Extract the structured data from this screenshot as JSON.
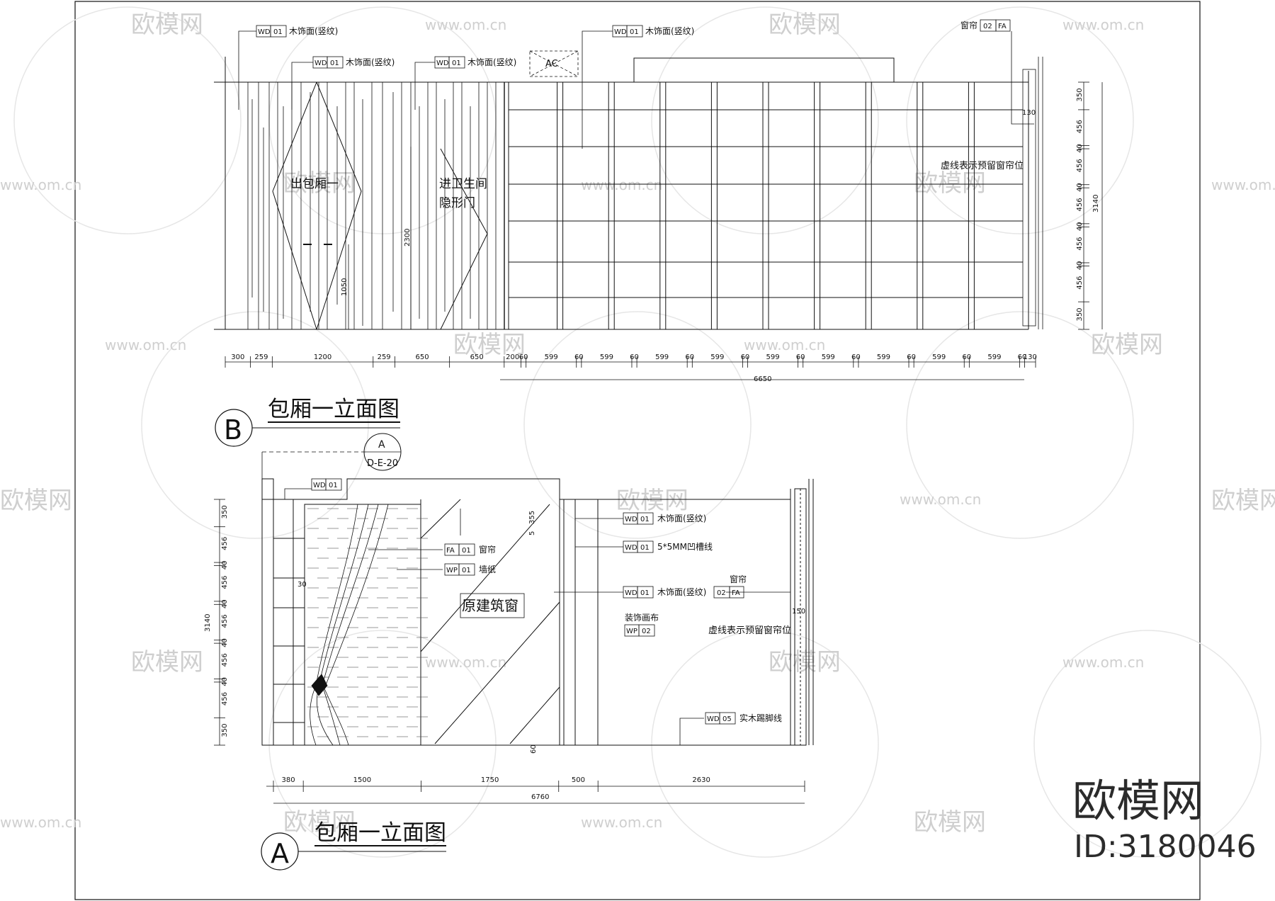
{
  "watermarks": {
    "site": "www.om.cn",
    "brand": "欧模网"
  },
  "brand_mark": {
    "name": "欧模网",
    "id": "ID:3180046"
  },
  "elevation_b": {
    "title": "包厢一立面图",
    "bubble": "B",
    "callouts": {
      "wd_a": "WD",
      "wd_a_num": "01",
      "wd_a_text": "木饰面(竖纹)",
      "wd_b": "WD",
      "wd_b_num": "01",
      "wd_b_text": "木饰面(竖纹)",
      "wd_c": "WD",
      "wd_c_num": "01",
      "wd_c_text": "木饰面(竖纹)",
      "wd_d": "WD",
      "wd_d_num": "01",
      "wd_d_text": "木饰面(竖纹)",
      "curtain_text": "窗帘",
      "curtain_num": "02",
      "curtain_code": "FA",
      "ac": "AC"
    },
    "labels": {
      "door_left": "出包厢一",
      "door_right_1": "进卫生间",
      "door_right_2": "隐形门",
      "curtain_note": "虚线表示预留窗帘位",
      "h2300": "2300",
      "h1050": "1050",
      "h130": "130"
    },
    "bottom_dims": [
      "300",
      "259",
      "1200",
      "259",
      "650",
      "650",
      "200",
      "60",
      "599",
      "60",
      "599",
      "60",
      "599",
      "60",
      "599",
      "60",
      "599",
      "60",
      "599",
      "60",
      "599",
      "60",
      "599",
      "60",
      "599",
      "60",
      "130"
    ],
    "total_dim": "6650",
    "right_dims": [
      "350",
      "456",
      "40",
      "456",
      "40",
      "456",
      "40",
      "456",
      "40",
      "456",
      "350"
    ],
    "right_total": "3140"
  },
  "elevation_a": {
    "title": "包厢一立面图",
    "bubble": "A",
    "section_tag_top": "A",
    "section_tag_bottom": "D-E-20",
    "callouts": {
      "wd_top": "WD",
      "wd_top_num": "01",
      "fa": "FA",
      "fa_num": "01",
      "fa_text": "窗帘",
      "wp": "WP",
      "wp_num": "01",
      "wp_text": "墙纸",
      "wd1": "WD",
      "wd1_num": "01",
      "wd1_text": "木饰面(竖纹)",
      "wd2": "WD",
      "wd2_num": "01",
      "wd2_text": "5*5MM凹槽线",
      "wd3": "WD",
      "wd3_num": "01",
      "wd3_text": "木饰面(竖纹)",
      "wd5": "WD",
      "wd5_num": "05",
      "wd5_text": "实木踢脚线",
      "wp2_label": "装饰画布",
      "wp2": "WP",
      "wp2_num": "02",
      "curtain_label": "窗帘",
      "curtain_num": "02",
      "curtain_code": "FA"
    },
    "labels": {
      "window": "原建筑窗",
      "curtain_note": "虚线表示预留窗帘位",
      "d355": "355",
      "d5": "5",
      "d30": "30",
      "d60": "60",
      "d150": "150"
    },
    "bottom_dims": [
      "380",
      "1500",
      "1750",
      "500",
      "2630"
    ],
    "total_dim": "6760",
    "left_dims": [
      "350",
      "456",
      "40",
      "456",
      "40",
      "456",
      "40",
      "456",
      "40",
      "456",
      "350"
    ],
    "left_total": "3140"
  }
}
